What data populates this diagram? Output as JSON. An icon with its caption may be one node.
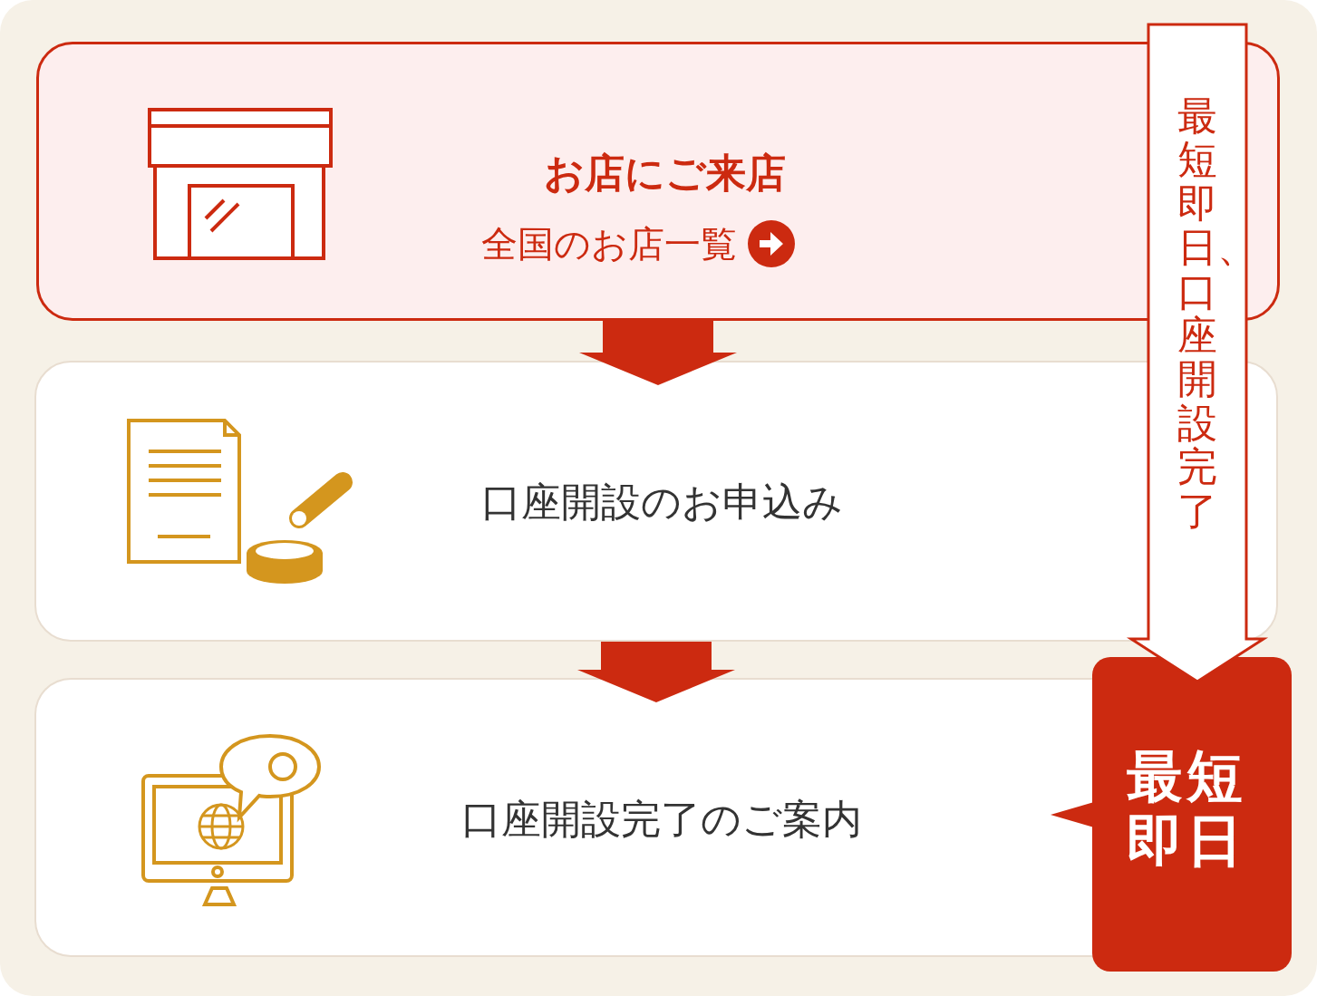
{
  "diagram": {
    "nodes": [
      {
        "text": [
          "お店にご来店",
          "全国のお店一覧"
        ]
      },
      {
        "text": [
          "口座開設のお申込み"
        ]
      },
      {
        "text": [
          "口座開設完了のご案内"
        ]
      },
      {
        "text": [
          "最短即日"
        ]
      }
    ],
    "edges": [
      {
        "from": 0,
        "to": 1,
        "arrow": "to"
      },
      {
        "from": 1,
        "to": 2,
        "arrow": "to"
      },
      {
        "from": null,
        "to": 3,
        "arrow": "to",
        "label": "最短即日、口座開設完了"
      }
    ]
  }
}
